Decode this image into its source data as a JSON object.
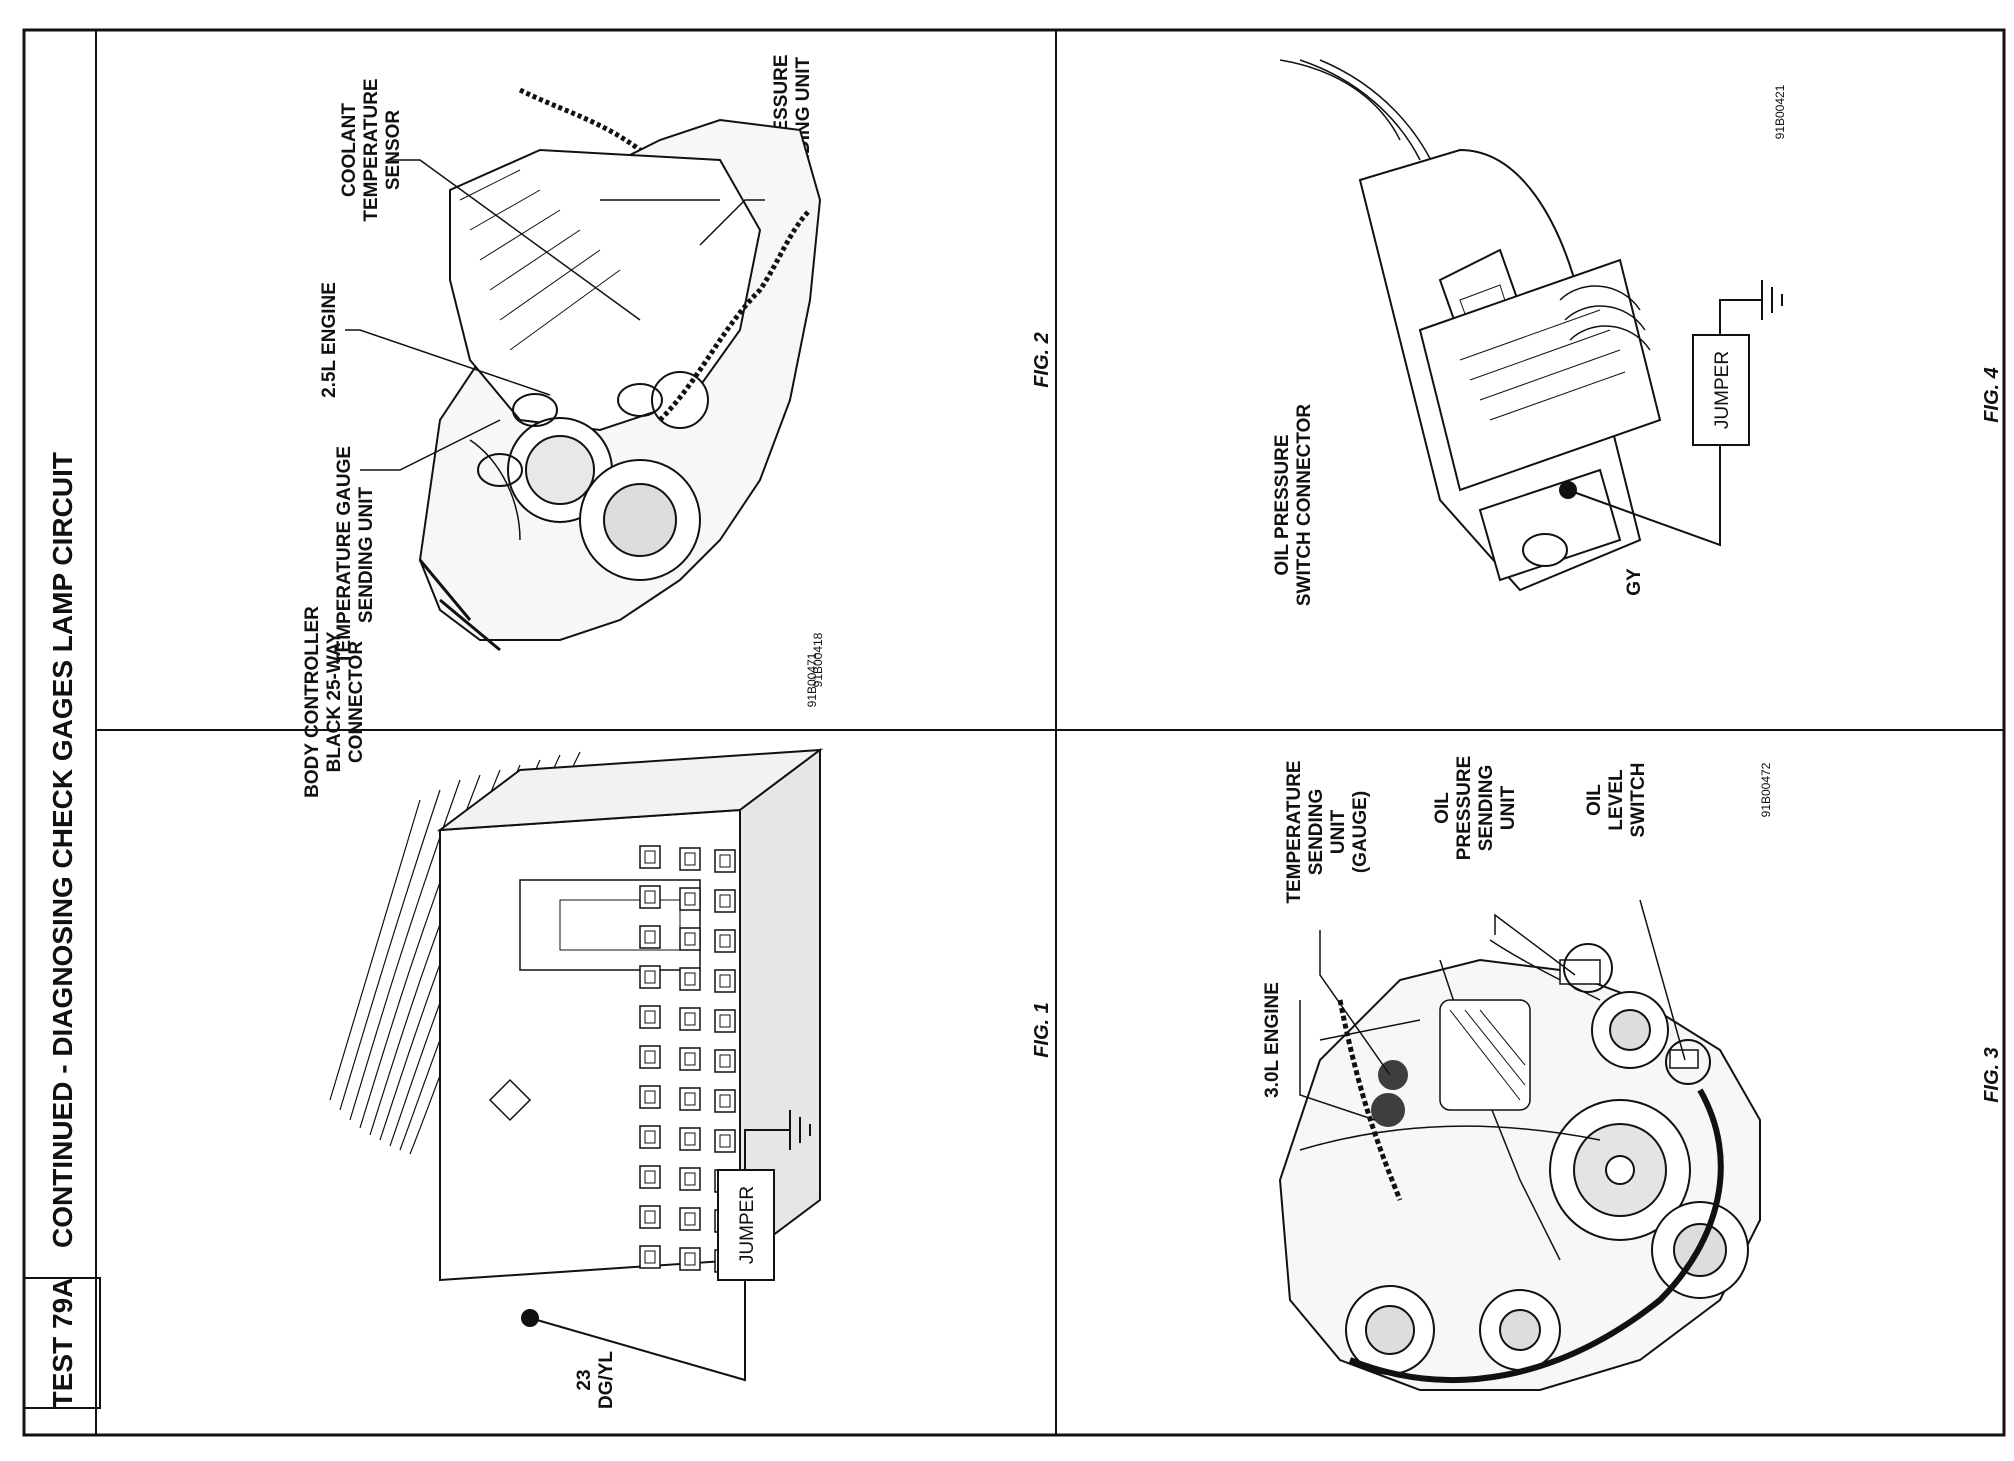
{
  "header": {
    "test_id": "TEST 79A",
    "title": "CONTINUED - DIAGNOSING CHECK GAGES LAMP CIRCUIT"
  },
  "figures": {
    "fig1": {
      "caption": "FIG. 1",
      "code": "91B00418",
      "connector_label": [
        "BODY CONTROLLER",
        "BLACK 25-WAY",
        "CONNECTOR"
      ],
      "pin_label": [
        "23",
        "DG/YL"
      ],
      "jumper": "JUMPER"
    },
    "fig2": {
      "caption": "FIG. 2",
      "code": "91B00471",
      "engine": "2.5L ENGINE",
      "temp_gauge_label": [
        "TEMPERATURE GAUGE",
        "SENDING UNIT"
      ],
      "coolant_label": [
        "COOLANT",
        "TEMPERATURE",
        "SENSOR"
      ],
      "oil_pressure_label": [
        "OIL PRESSURE",
        "SENDING UNIT"
      ]
    },
    "fig3": {
      "caption": "FIG. 3",
      "code": "91B00472",
      "engine": "3.0L ENGINE",
      "temp_label": [
        "TEMPERATURE",
        "SENDING",
        "UNIT",
        "(GAUGE)"
      ],
      "oil_pressure_label": [
        "OIL",
        "PRESSURE",
        "SENDING",
        "UNIT"
      ],
      "oil_level_label": [
        "OIL",
        "LEVEL",
        "SWITCH"
      ]
    },
    "fig4": {
      "caption": "FIG. 4",
      "code": "91B00421",
      "connector_label": [
        "OIL PRESSURE",
        "SWITCH CONNECTOR"
      ],
      "wire_label": "GY",
      "jumper": "JUMPER"
    }
  }
}
